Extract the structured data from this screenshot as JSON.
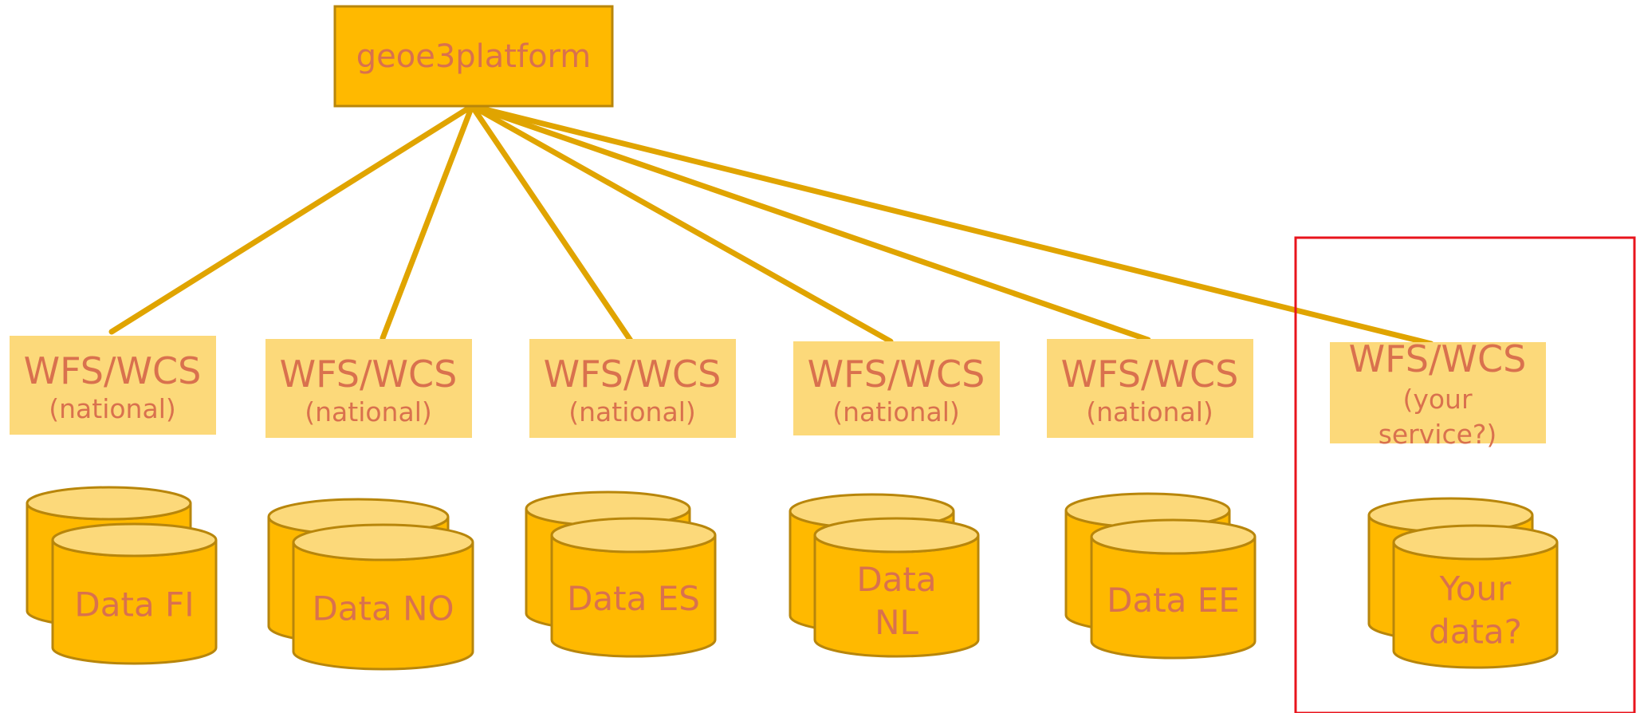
{
  "colors": {
    "gold": "#FFB900",
    "gold_border": "#B8860B",
    "light_gold": "#FCD97A",
    "cylinder_back_top": "#FCD97A",
    "line": "#E0A400",
    "text": "#D9714E",
    "highlight": "#E8141C",
    "background": "#ffffff"
  },
  "root": {
    "label": "geoe3platform"
  },
  "services": [
    {
      "title": "WFS/WCS",
      "sub1": "(national)",
      "sub2": ""
    },
    {
      "title": "WFS/WCS",
      "sub1": "(national)",
      "sub2": ""
    },
    {
      "title": "WFS/WCS",
      "sub1": "(national)",
      "sub2": ""
    },
    {
      "title": "WFS/WCS",
      "sub1": "(national)",
      "sub2": ""
    },
    {
      "title": "WFS/WCS",
      "sub1": "(national)",
      "sub2": ""
    },
    {
      "title": "WFS/WCS",
      "sub1": "(your",
      "sub2": "service?)"
    }
  ],
  "databases": [
    {
      "line1": "Data FI",
      "line2": ""
    },
    {
      "line1": "Data NO",
      "line2": ""
    },
    {
      "line1": "Data ES",
      "line2": ""
    },
    {
      "line1": "Data",
      "line2": "NL"
    },
    {
      "line1": "Data EE",
      "line2": ""
    },
    {
      "line1": "Your",
      "line2": "data?"
    }
  ]
}
